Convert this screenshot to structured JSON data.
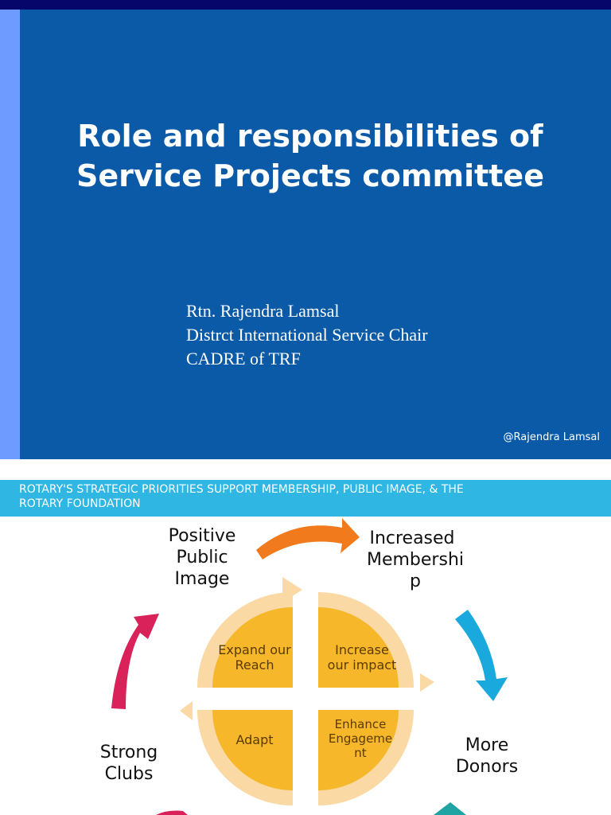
{
  "slide1": {
    "title_line1": "Role and responsibilities of",
    "title_line2": "Service Projects committee",
    "presenter_name": "Rtn. Rajendra Lamsal",
    "presenter_role": "Distrct International Service Chair",
    "presenter_affiliation": "CADRE of TRF",
    "credit": "@Rajendra Lamsal"
  },
  "slide2": {
    "banner_line1": "ROTARY'S STRATEGIC PRIORITIES SUPPORT MEMBERSHIP, PUBLIC IMAGE, & THE",
    "banner_line2": "ROTARY FOUNDATION",
    "outer_labels": {
      "positive_public_image": [
        "Positive",
        "Public",
        "Image"
      ],
      "increased_membership": [
        "Increased",
        "Membershi",
        "p"
      ],
      "more_donors": [
        "More",
        "Donors"
      ],
      "strong_clubs": [
        "Strong",
        "Clubs"
      ]
    },
    "quadrants": {
      "top_left": [
        "Expand our",
        "Reach"
      ],
      "top_right": [
        "Increase",
        "our impact"
      ],
      "bottom_left": [
        "Adapt"
      ],
      "bottom_right": [
        "Enhance",
        "Engageme",
        "nt"
      ]
    },
    "colors": {
      "banner": "#2fb6e3",
      "quadrant_fill": "#f6b72a",
      "quadrant_rim": "#fad9a4",
      "arrow_orange": "#f07a1c",
      "arrow_blue": "#1aa9dd",
      "arrow_red": "#d9215a",
      "arrow_teal": "#1fa3a3"
    }
  }
}
